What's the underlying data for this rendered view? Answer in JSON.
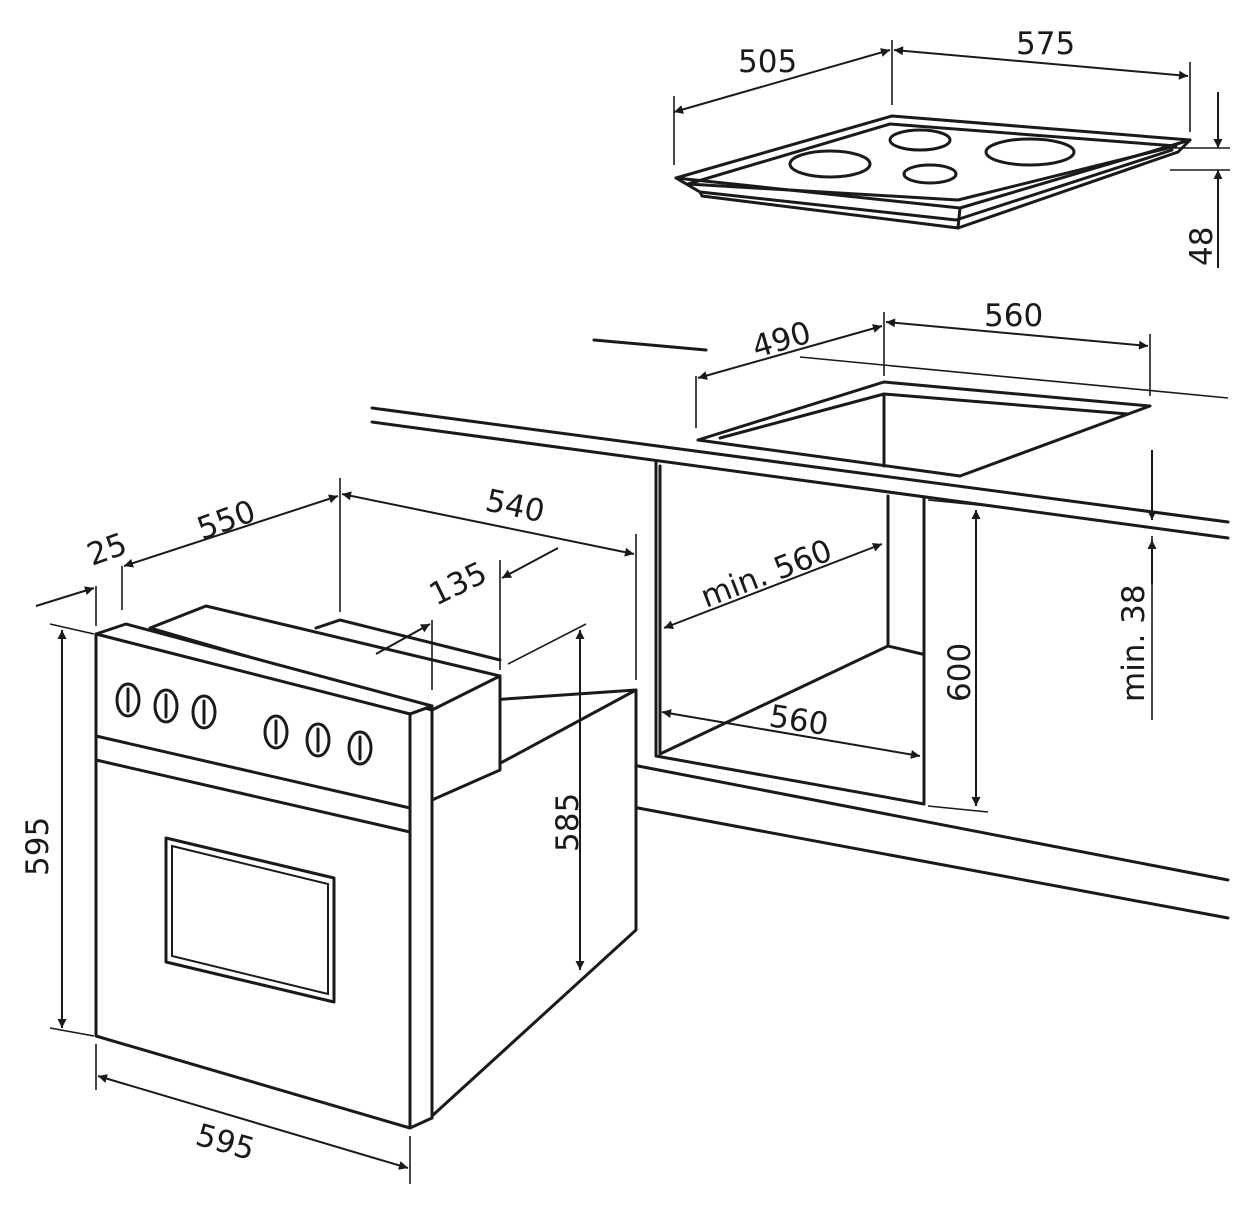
{
  "dimensions": {
    "hob_depth": "505",
    "hob_width": "575",
    "hob_height": "48",
    "cutout_depth": "490",
    "cutout_width": "560",
    "niche_depth": "min. 560",
    "niche_width": "560",
    "niche_height": "600",
    "worktop_min": "min. 38",
    "oven_front_depth": "25",
    "oven_body_depth": "550",
    "oven_depth_540": "540",
    "oven_panel_135": "135",
    "oven_height": "595",
    "oven_body_height": "585",
    "oven_width": "595"
  },
  "colors": {
    "line": "#1a1a1a",
    "background": "#ffffff"
  }
}
